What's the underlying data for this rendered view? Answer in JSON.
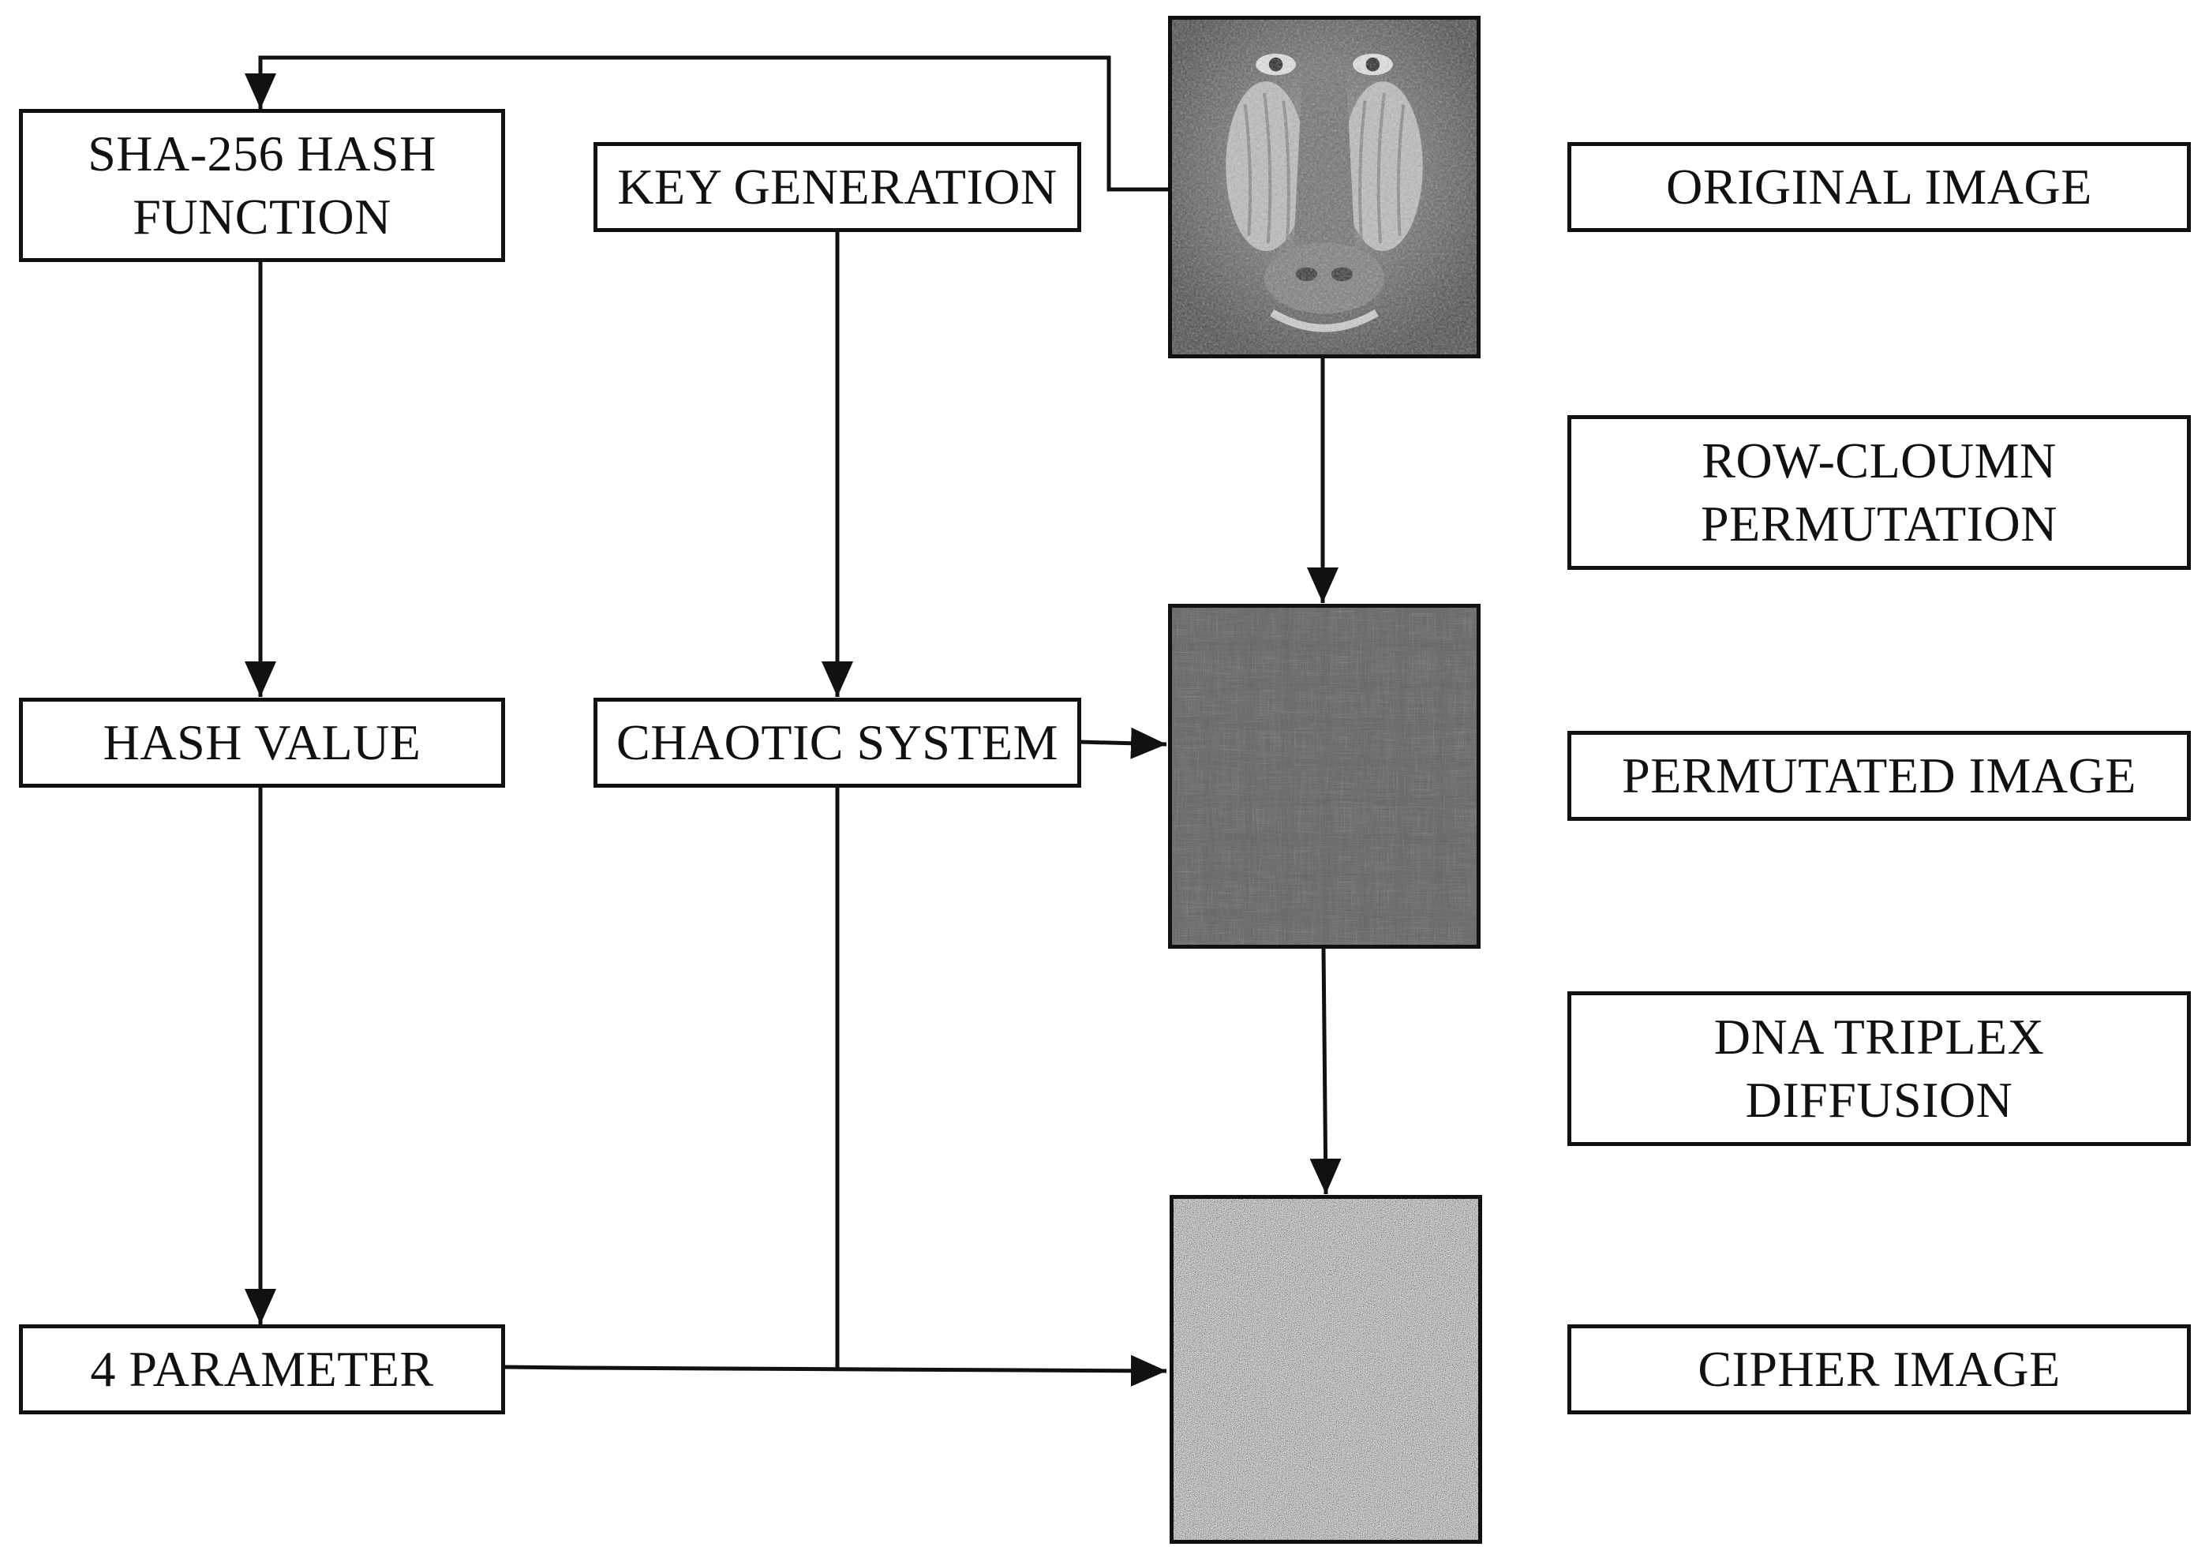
{
  "left_column": {
    "sha_box": {
      "line1": "SHA-256 HASH",
      "line2": "FUNCTION"
    },
    "hash_value": "HASH VALUE",
    "parameters": "4 PARAMETER"
  },
  "middle_column": {
    "key_generation": "KEY GENERATION",
    "chaotic_system": "CHAOTIC SYSTEM"
  },
  "right_column": {
    "original_image": "ORIGINAL IMAGE",
    "row_column_permutation": {
      "line1": "ROW-CLOUMN",
      "line2": "PERMUTATION"
    },
    "permutated_image": "PERMUTATED IMAGE",
    "dna_triplex_diffusion": {
      "line1": "DNA TRIPLEX",
      "line2": "DIFFUSION"
    },
    "cipher_image": "CIPHER IMAGE"
  },
  "images": {
    "original": "baboon-photo",
    "permutated": "scrambled-noise-image",
    "cipher": "random-noise-image"
  },
  "colors": {
    "line": "#111111",
    "background": "#ffffff"
  }
}
